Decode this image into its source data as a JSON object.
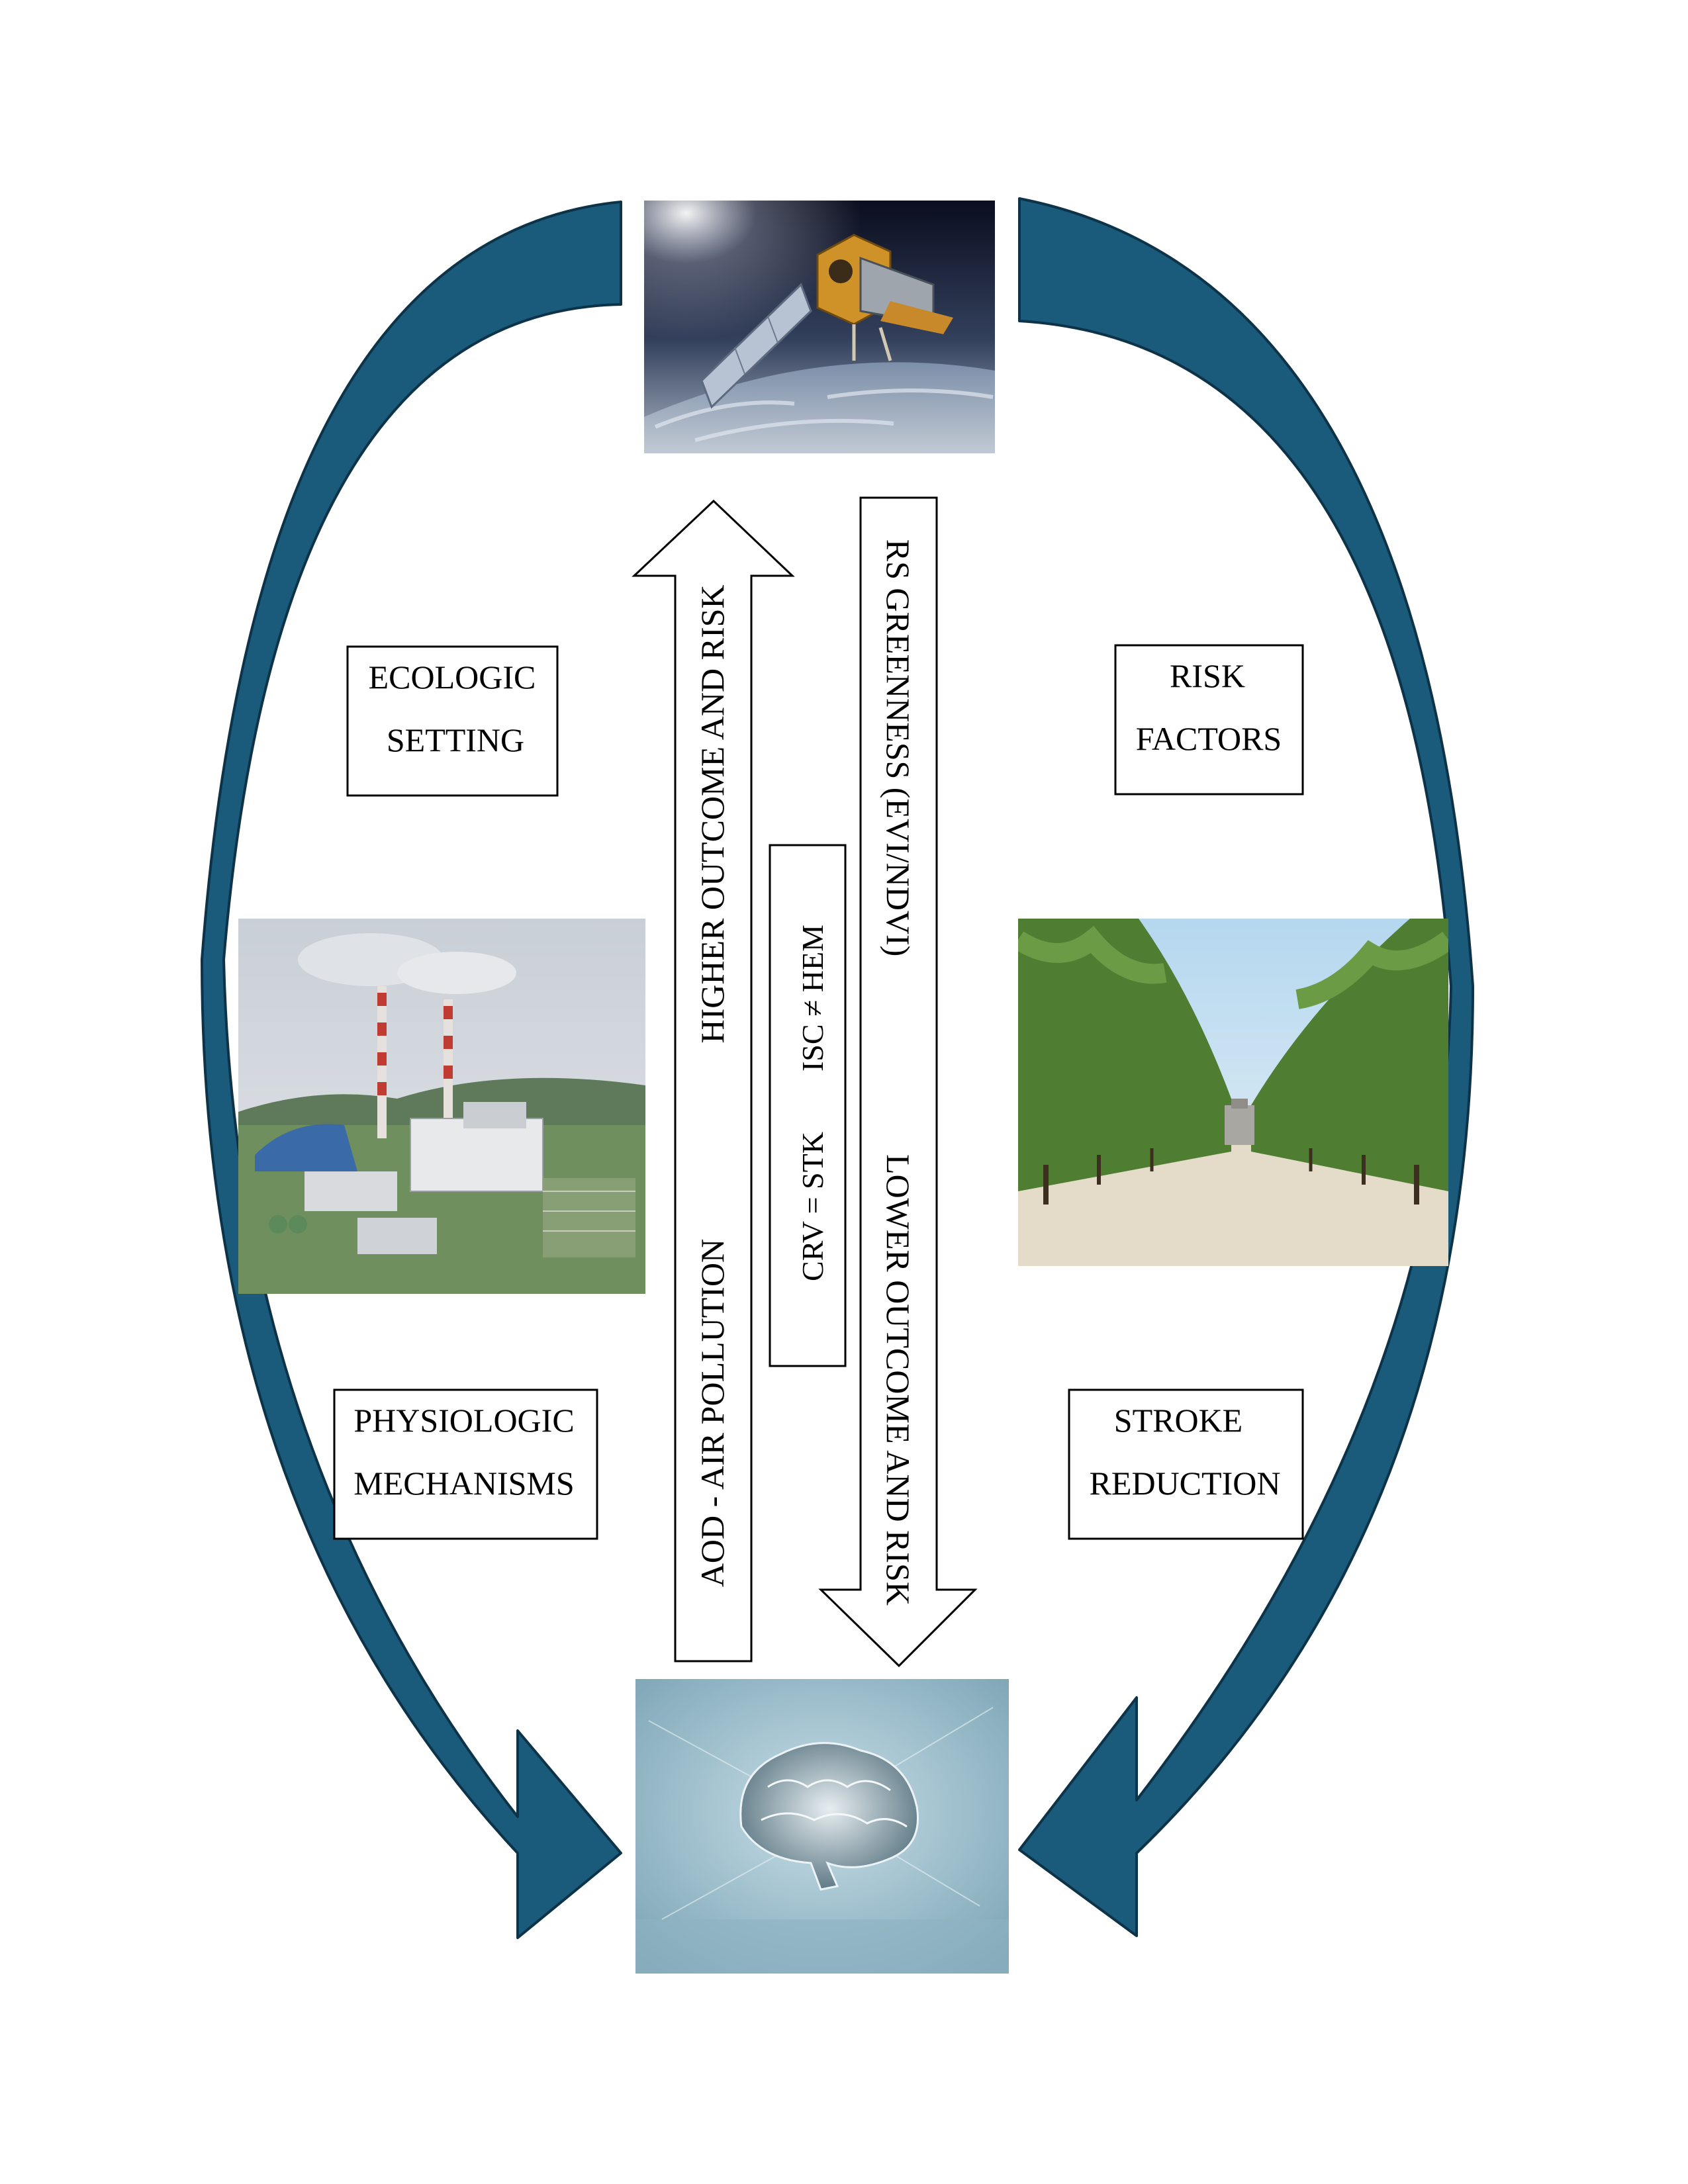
{
  "boxes": {
    "ecologic_setting": [
      "ECOLOGIC",
      "SETTING"
    ],
    "risk_factors": [
      "RISK",
      "FACTORS"
    ],
    "physiologic_mechanisms": [
      "PHYSIOLOGIC",
      "MECHANISMS"
    ],
    "stroke_reduction": [
      "STROKE",
      "REDUCTION"
    ]
  },
  "arrows": {
    "up_bottom": "AOD - AIR POLLUTION",
    "up_top": "HIGHER OUTCOME AND RISK",
    "down_top": "RS GREENNESS (EVI/NDVI)",
    "down_bottom": "LOWER OUTCOME AND RISK"
  },
  "center_box": {
    "line1": "CRV = STK",
    "line2": "ISC ≠ HEM"
  },
  "images": {
    "top": "satellite-photo",
    "left": "power-plant-photo",
    "right": "tree-lined-path-photo",
    "bottom": "digital-brain-photo"
  },
  "colors": {
    "curved_arrow": "#1a5a7a",
    "curved_arrow_edge": "#0d3348"
  }
}
